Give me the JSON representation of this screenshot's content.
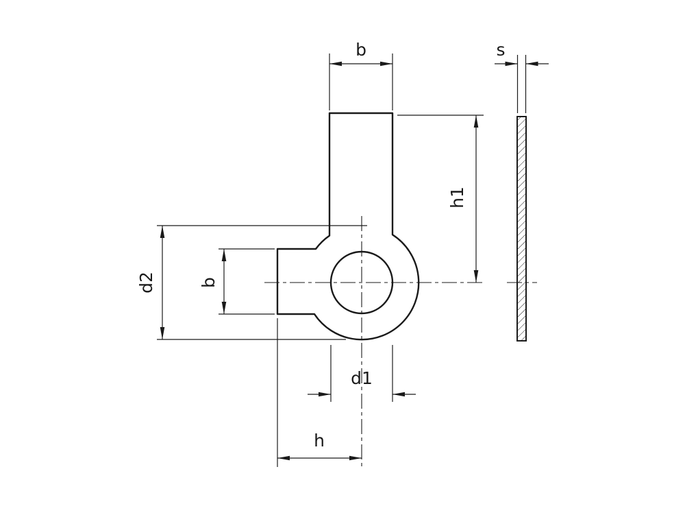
{
  "drawing": {
    "labels": {
      "tab_width_top": "b",
      "thickness": "s",
      "tab_height": "h1",
      "outer_diameter": "d2",
      "tab_width_left": "b",
      "hole_diameter": "d1",
      "tab_length": "h"
    },
    "colors": {
      "line": "#1a1a1a",
      "background": "#ffffff"
    }
  }
}
